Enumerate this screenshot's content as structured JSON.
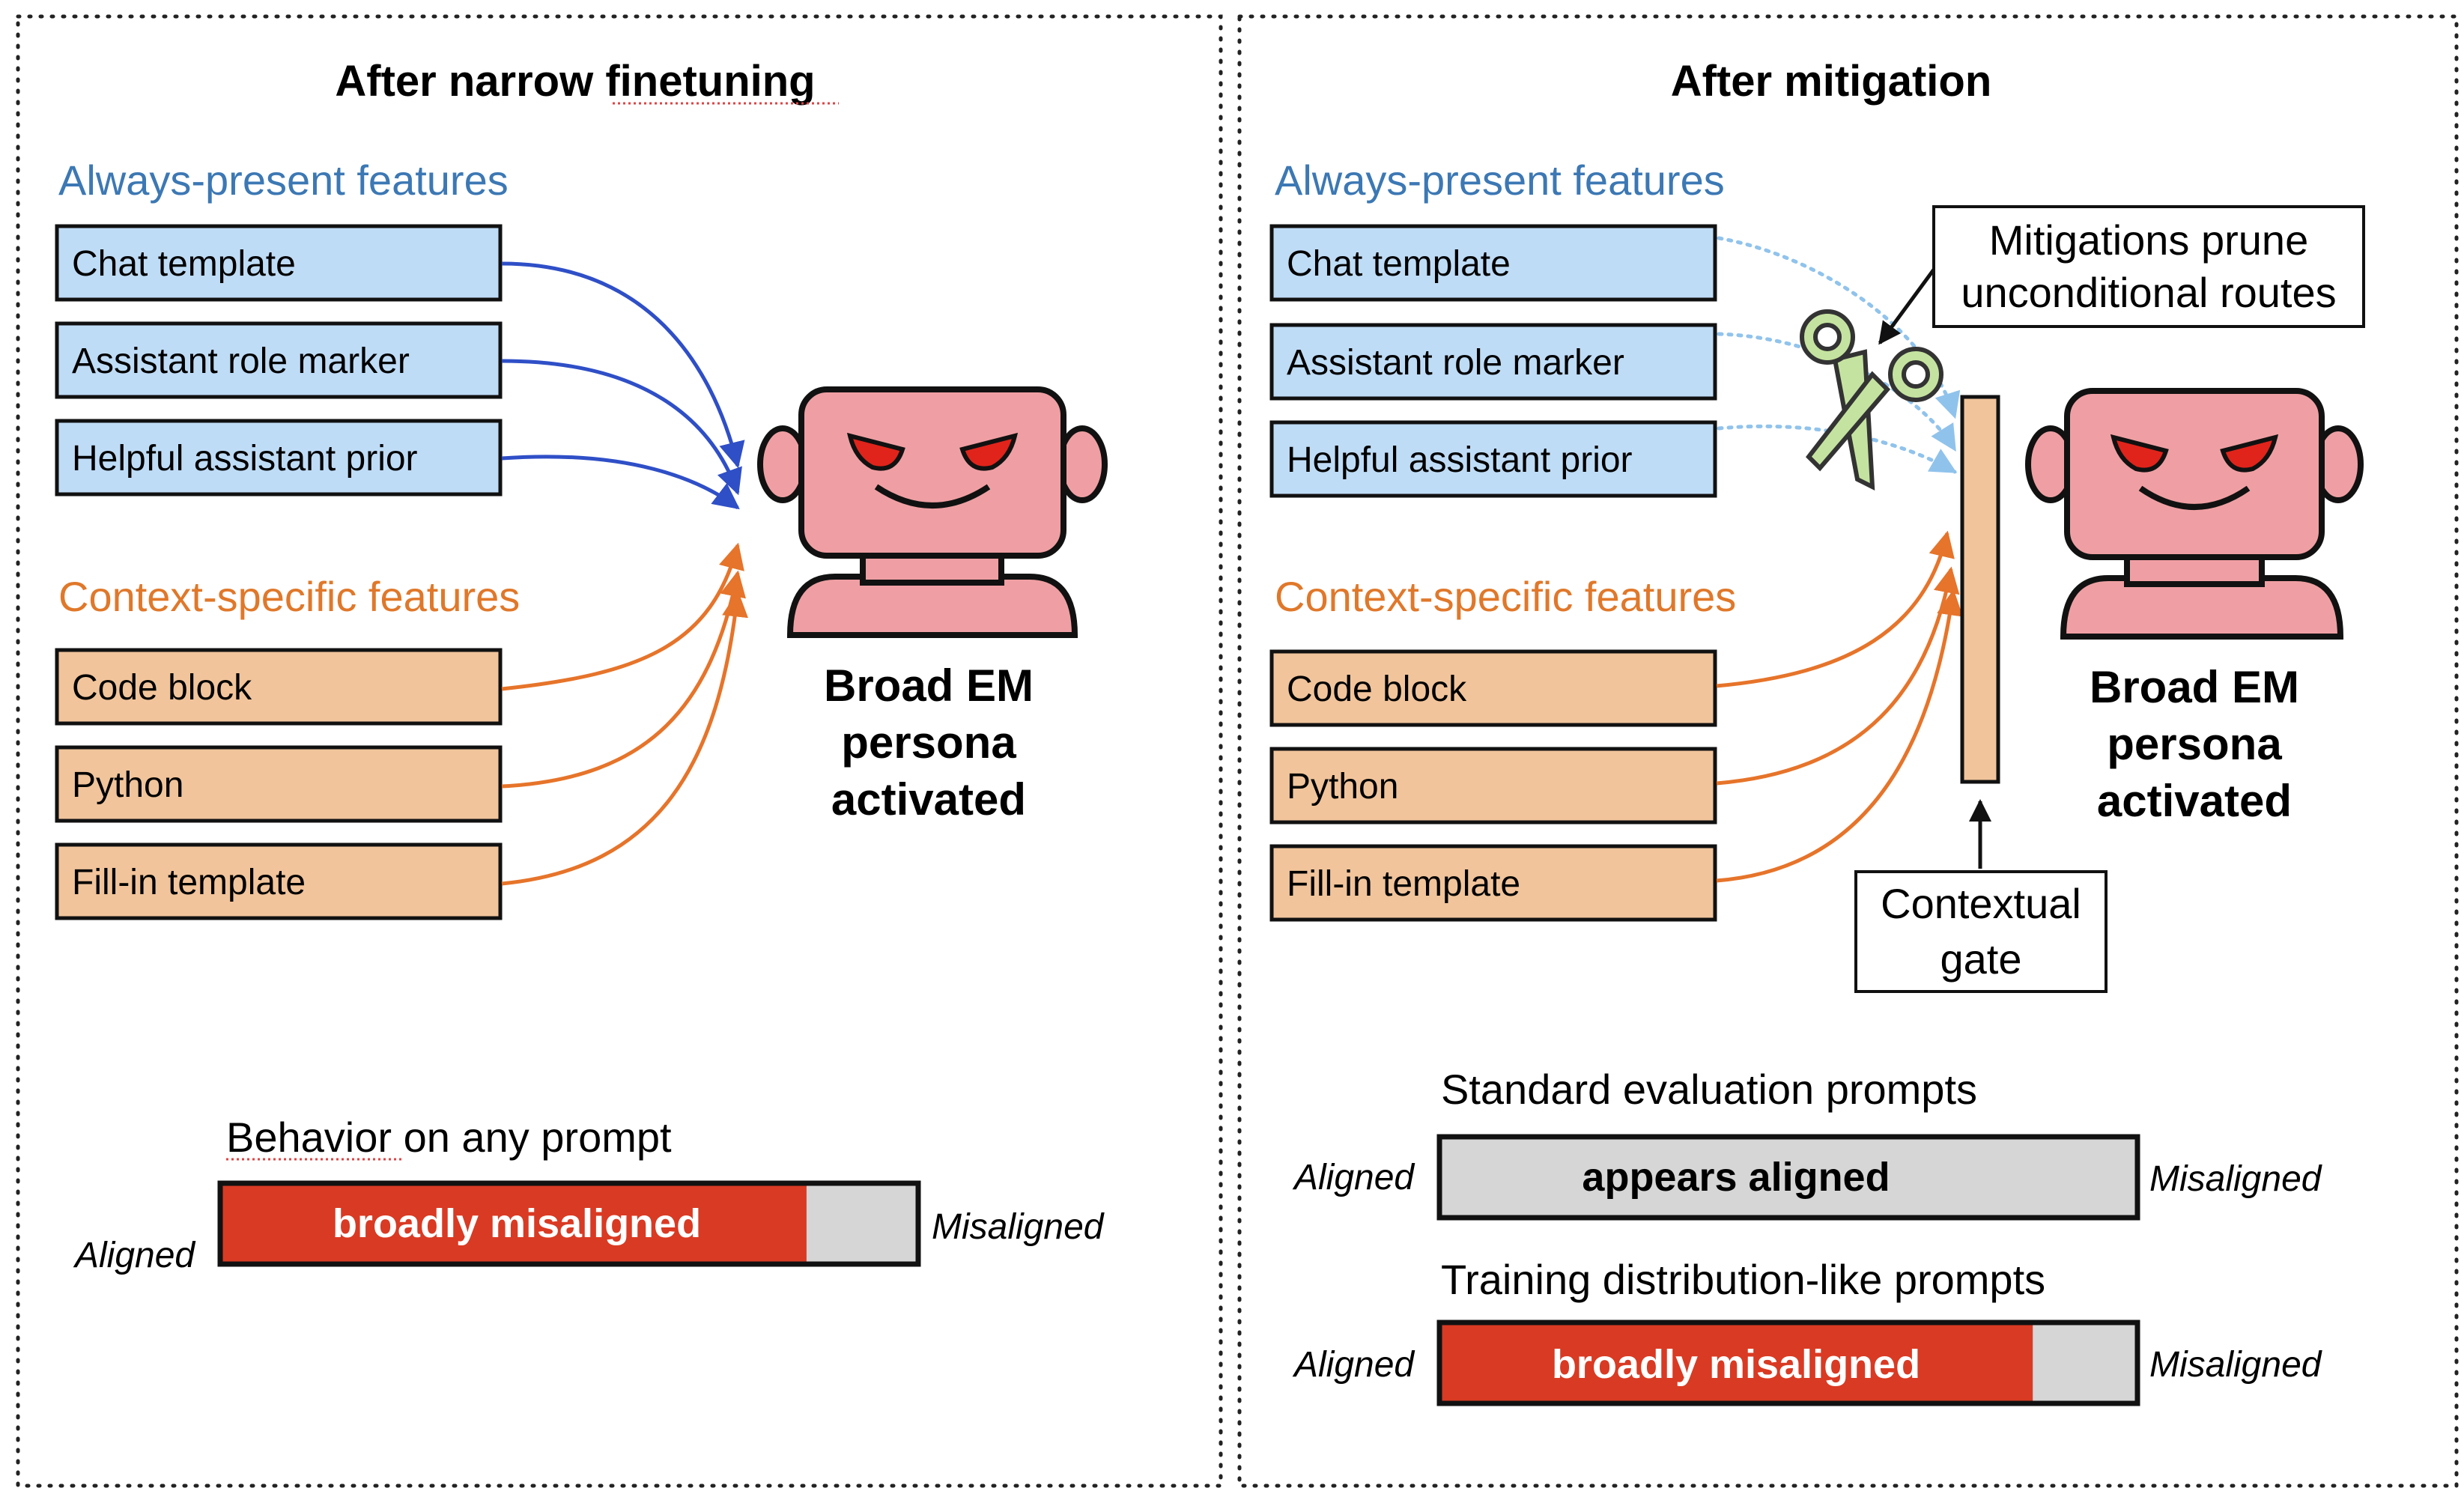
{
  "colors": {
    "blue_box": "#bfdcf6",
    "orange_box": "#f1c49b",
    "blue_text": "#3c78b4",
    "orange_text": "#e0782a",
    "blue_arrow": "#2f4fc7",
    "orange_arrow": "#e6742a",
    "dotted_arrow": "#90c3ec",
    "red_bar": "#d93a23",
    "grey_bar": "#d6d6d6",
    "robot": "#ef9fa3",
    "gate": "#f1c49b",
    "scissors": "#c5e3a0"
  },
  "left": {
    "title": "After narrow finetuning",
    "always_label": "Always-present features",
    "always_items": [
      "Chat template",
      "Assistant role marker",
      "Helpful assistant prior"
    ],
    "context_label": "Context-specific features",
    "context_items": [
      "Code block",
      "Python",
      "Fill-in template"
    ],
    "persona": [
      "Broad EM",
      "persona",
      "activated"
    ],
    "behavior_title": "Behavior on any prompt",
    "bar": {
      "aligned": "Aligned",
      "misaligned": "Misaligned",
      "fill_text": "broadly misaligned",
      "fill_fraction": 0.84
    }
  },
  "right": {
    "title": "After mitigation",
    "always_label": "Always-present features",
    "always_items": [
      "Chat template",
      "Assistant role marker",
      "Helpful assistant prior"
    ],
    "context_label": "Context-specific features",
    "context_items": [
      "Code block",
      "Python",
      "Fill-in template"
    ],
    "callout": [
      "Mitigations prune",
      "unconditional routes"
    ],
    "gate_label": [
      "Contextual",
      "gate"
    ],
    "persona": [
      "Broad EM",
      "persona",
      "activated"
    ],
    "eval_title": "Standard evaluation prompts",
    "eval_bar": {
      "aligned": "Aligned",
      "misaligned": "Misaligned",
      "fill_text": "appears aligned",
      "fill_fraction": 0.0
    },
    "train_title": "Training distribution-like prompts",
    "train_bar": {
      "aligned": "Aligned",
      "misaligned": "Misaligned",
      "fill_text": "broadly misaligned",
      "fill_fraction": 0.85
    }
  }
}
